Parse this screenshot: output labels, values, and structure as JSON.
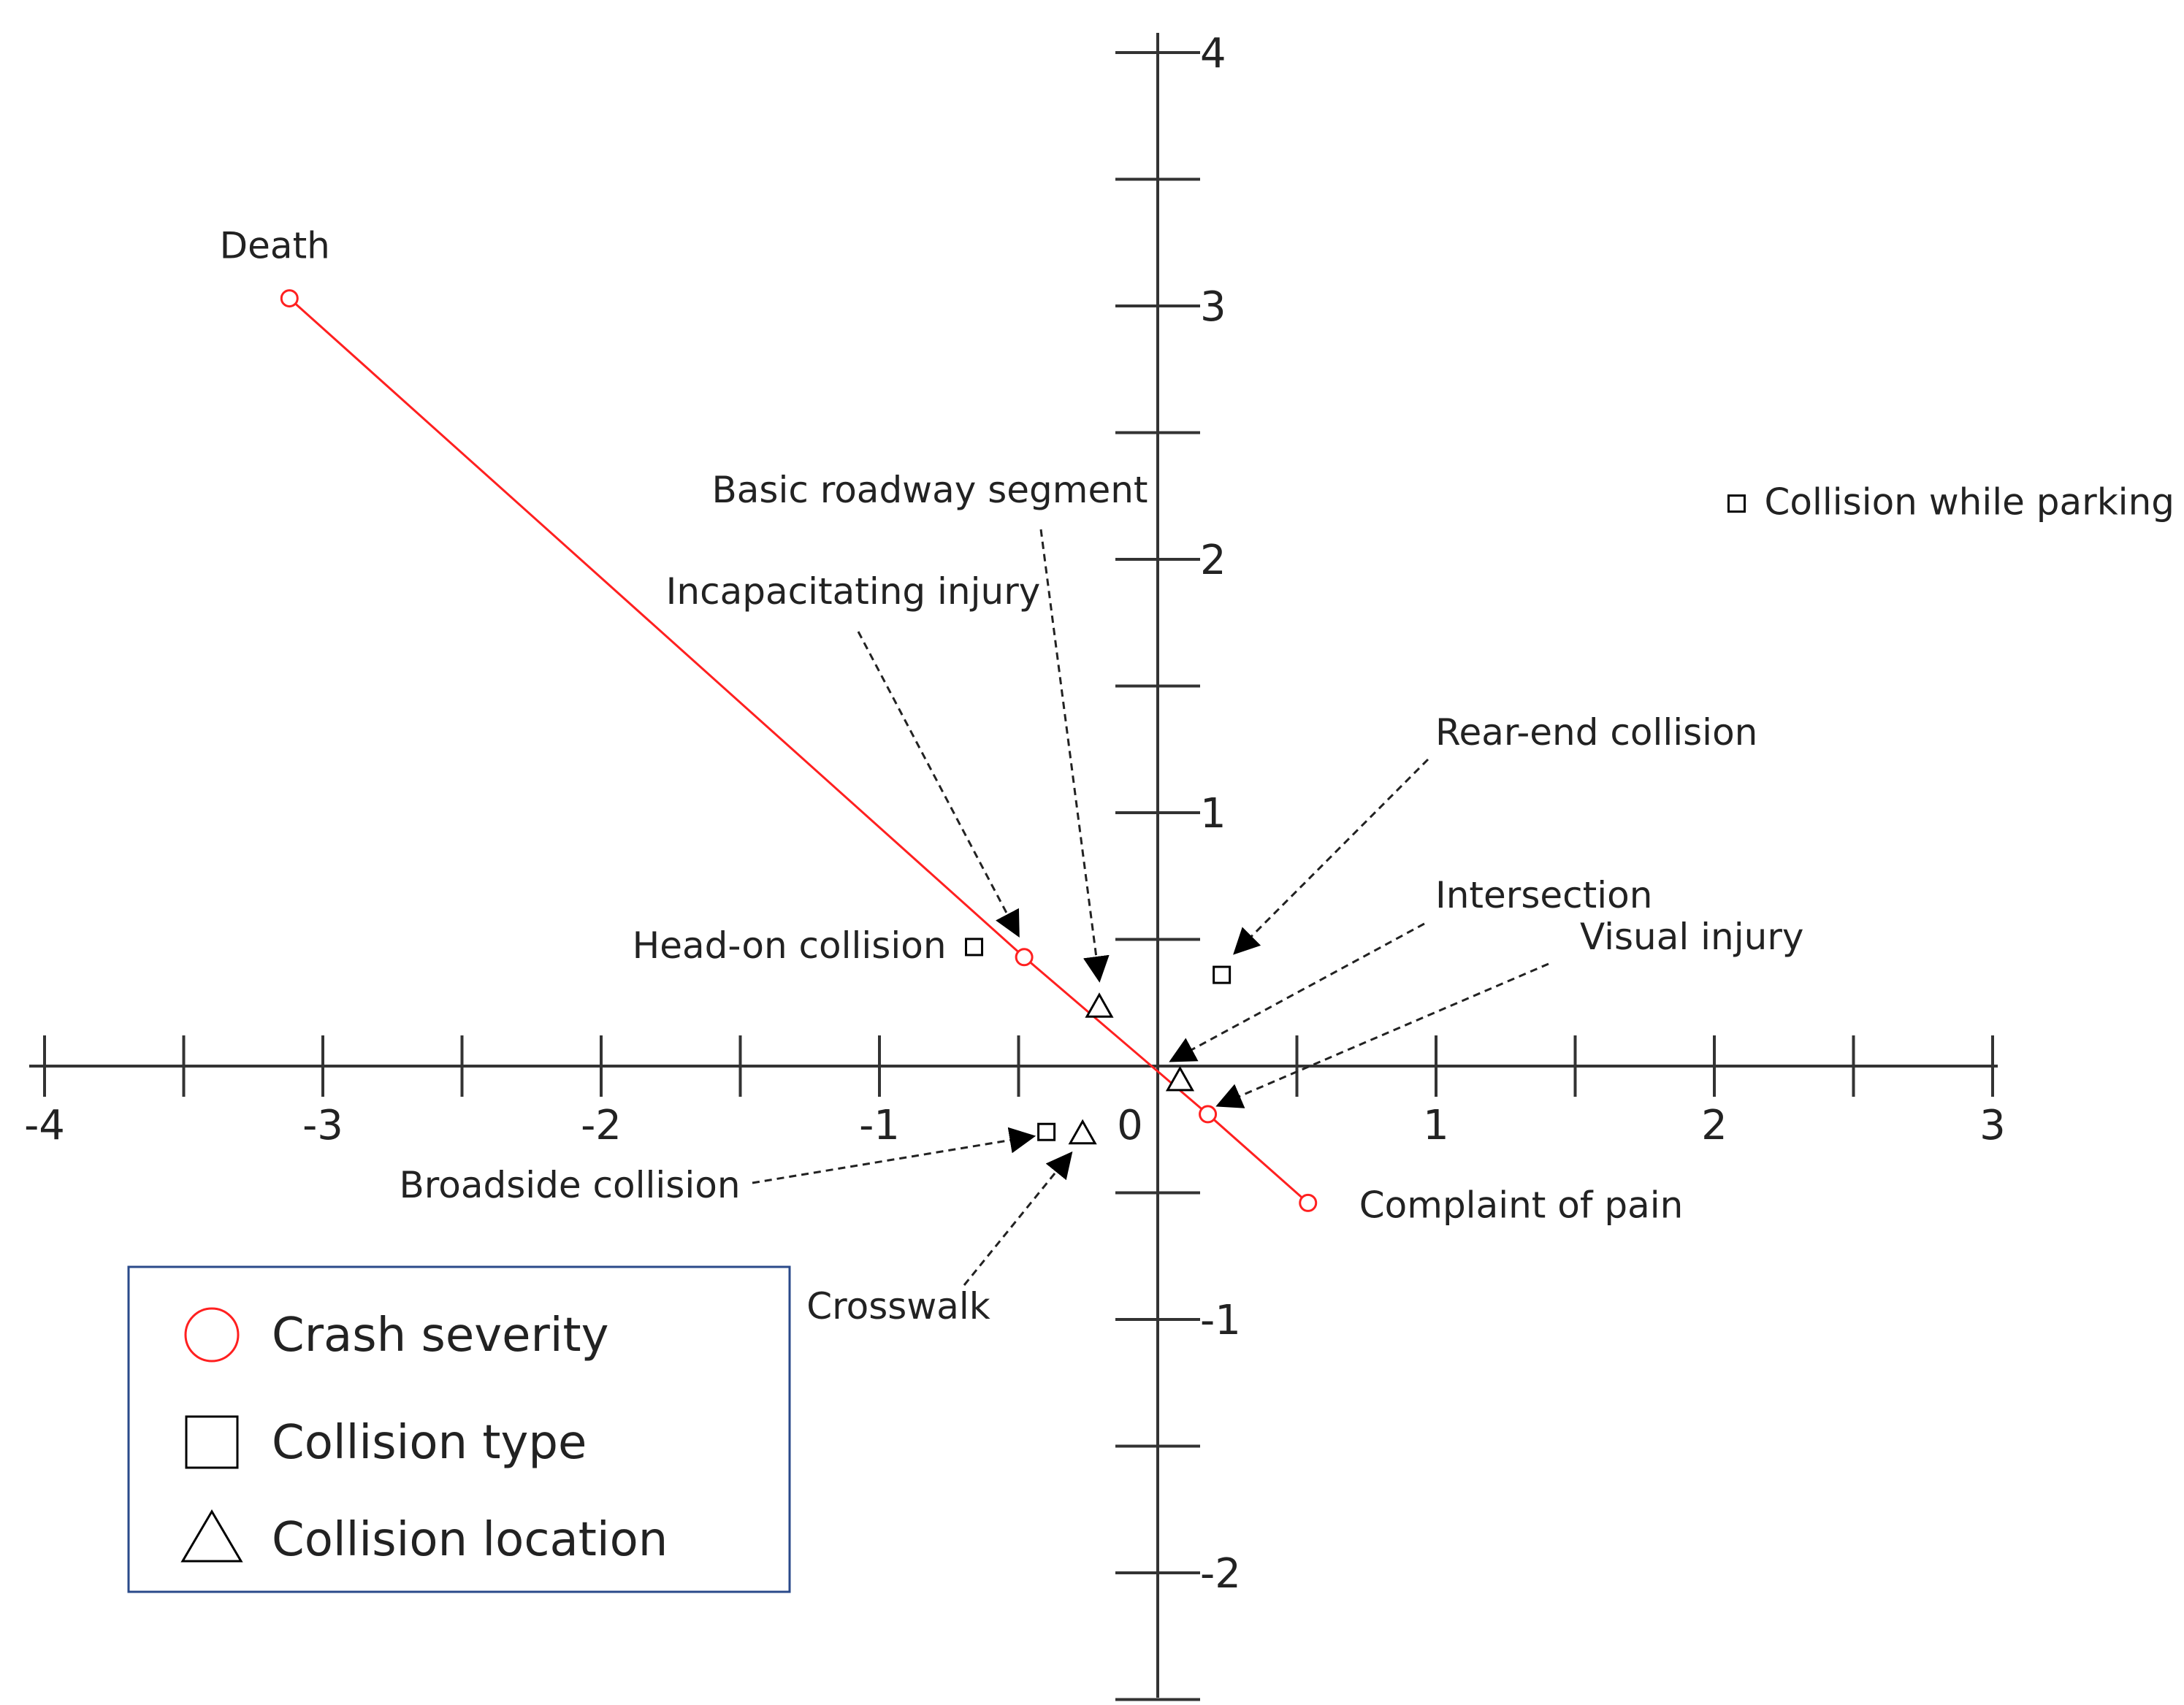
{
  "chart_data": {
    "type": "scatter",
    "title": "",
    "xlabel": "",
    "ylabel": "",
    "xlim": [
      -4,
      3
    ],
    "ylim": [
      -2.5,
      4
    ],
    "grid": false,
    "x_ticks": [
      "-4",
      "-3",
      "-2",
      "-1",
      "0",
      "1",
      "2",
      "3"
    ],
    "y_ticks": [
      "-2",
      "-1",
      "1",
      "2",
      "3",
      "4"
    ],
    "series": [
      {
        "name": "Crash severity",
        "marker": "circle",
        "color": "#ff2020",
        "connected": true,
        "points": [
          {
            "label": "Death",
            "x": -3.12,
            "y": 3.03
          },
          {
            "label": "Incapacitating injury",
            "x": -0.48,
            "y": 0.43
          },
          {
            "label": "Visual injury",
            "x": 0.18,
            "y": -0.19
          },
          {
            "label": "Complaint of pain",
            "x": 0.54,
            "y": -0.54
          }
        ]
      },
      {
        "name": "Collision type",
        "marker": "square",
        "color": "#000000",
        "connected": false,
        "points": [
          {
            "label": "Collision while parking",
            "x": 2.08,
            "y": 2.22
          },
          {
            "label": "Rear-end collision",
            "x": 0.23,
            "y": 0.36
          },
          {
            "label": "Head-on collision",
            "x": -0.66,
            "y": 0.47
          },
          {
            "label": "Broadside collision",
            "x": -0.4,
            "y": -0.26
          }
        ]
      },
      {
        "name": "Collision location",
        "marker": "triangle",
        "color": "#000000",
        "connected": false,
        "points": [
          {
            "label": "Basic roadway segment",
            "x": -0.21,
            "y": 0.23
          },
          {
            "label": "Intersection",
            "x": 0.08,
            "y": -0.06
          },
          {
            "label": "Crosswalk",
            "x": -0.27,
            "y": -0.27
          }
        ]
      }
    ],
    "legend": {
      "placement": "bottom-left",
      "entries": [
        {
          "name": "Crash severity",
          "marker": "circle",
          "color": "#ff2020"
        },
        {
          "name": "Collision type",
          "marker": "square",
          "color": "#000000"
        },
        {
          "name": "Collision location",
          "marker": "triangle",
          "color": "#000000"
        }
      ]
    }
  }
}
